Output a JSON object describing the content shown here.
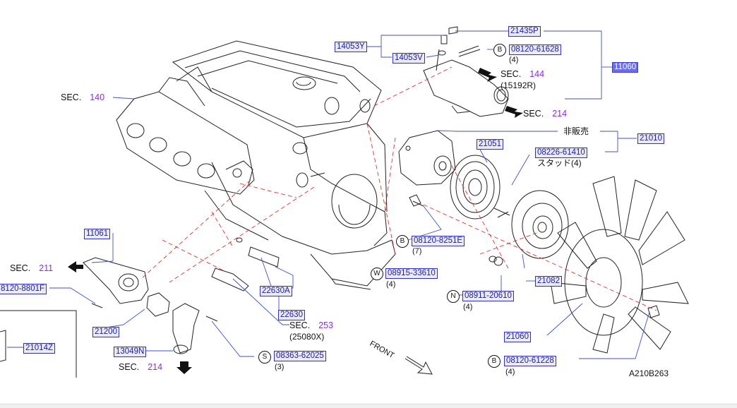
{
  "diagram": {
    "code": "A210B263",
    "front_label": "FRONT",
    "sections": [
      {
        "prefix": "SEC.",
        "number": "140"
      },
      {
        "prefix": "SEC.",
        "number": "144",
        "sub": "(15192R)"
      },
      {
        "prefix": "SEC.",
        "number": "214"
      },
      {
        "prefix": "SEC.",
        "number": "211"
      },
      {
        "prefix": "SEC.",
        "number": "253",
        "sub": "(25080X)"
      },
      {
        "prefix": "SEC.",
        "number": "214"
      }
    ],
    "parts": {
      "p21435P": "21435P",
      "p14053Y": "14053Y",
      "p14053V": "14053V",
      "p11060": "11060",
      "p08120_61628": "08120-61628",
      "q4a": "(4)",
      "p21010": "21010",
      "p21051": "21051",
      "p08226_61410": "08226-61410",
      "stud_text": "スタッド(4)",
      "not_for_sale": "非販売",
      "p08120_8251E": "08120-8251E",
      "q7": "(7)",
      "p08915_33610": "08915-33610",
      "q4b": "(4)",
      "p08911_20610": "08911-20610",
      "q4c": "(4)",
      "p21082": "21082",
      "p21060": "21060",
      "p08120_61228": "08120-61228",
      "q4d": "(4)",
      "p11061": "11061",
      "p08120_8801F": "8120-8801F",
      "p21200": "21200",
      "p21014Z": "21014Z",
      "p13049N": "13049N",
      "p22630A": "22630A",
      "p22630": "22630",
      "p08363_62025": "08363-62025",
      "q3": "(3)"
    },
    "markers": {
      "B": "B",
      "W": "W",
      "N": "N",
      "S": "S"
    }
  }
}
